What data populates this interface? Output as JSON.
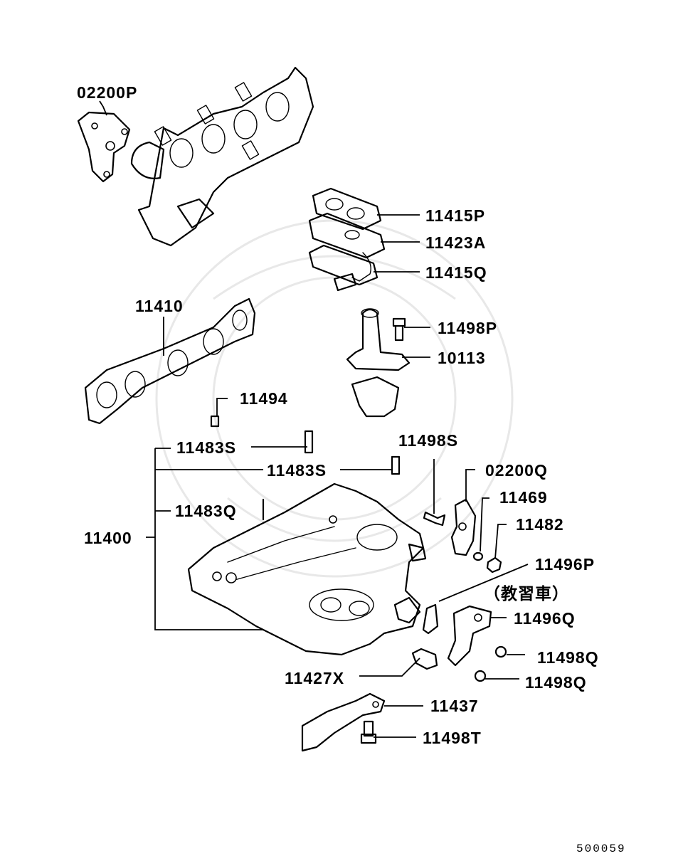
{
  "parts": {
    "p02200P": "02200P",
    "p11415P": "11415P",
    "p11423A": "11423A",
    "p11415Q": "11415Q",
    "p11410": "11410",
    "p11498P": "11498P",
    "p10113": "10113",
    "p11494": "11494",
    "p11498S": "11498S",
    "p11483S_a": "11483S",
    "p11483S_b": "11483S",
    "p02200Q": "02200Q",
    "p11469": "11469",
    "p11483Q": "11483Q",
    "p11482": "11482",
    "p11400": "11400",
    "p11496P": "11496P",
    "note_vehicle": "（教習車）",
    "p11496Q": "11496Q",
    "p11498Q_a": "11498Q",
    "p11427X": "11427X",
    "p11498Q_b": "11498Q",
    "p11437": "11437",
    "p11498T": "11498T"
  },
  "figure_number": "500059"
}
